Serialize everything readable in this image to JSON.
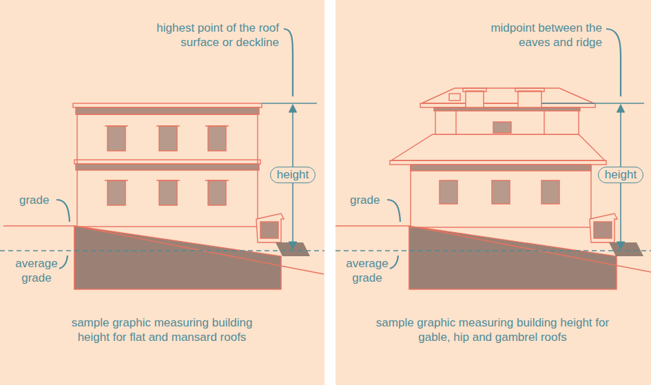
{
  "diagram": {
    "nodes": [
      {
        "text": [
          "height"
        ]
      },
      {
        "text": [
          "height"
        ]
      }
    ],
    "labels": [
      "highest point of the roof surface or deckline",
      "grade",
      "average grade",
      "sample graphic measuring building height for flat and mansard roofs",
      "midpoint between the eaves and ridge",
      "grade",
      "average grade",
      "sample graphic measuring building height for gable, hip and gambrel roofs"
    ]
  }
}
